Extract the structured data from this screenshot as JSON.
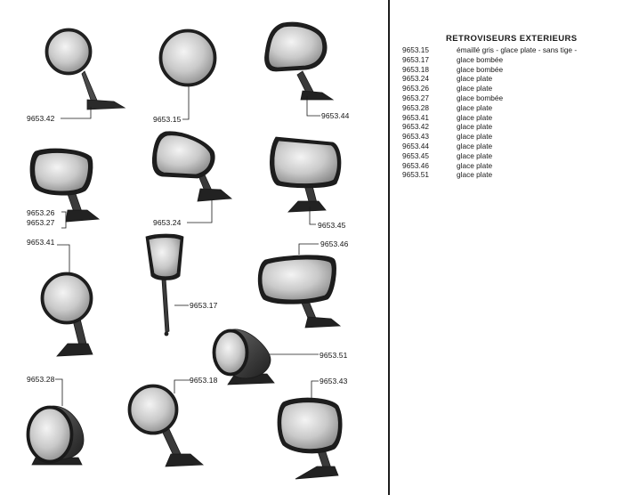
{
  "catalog": {
    "title": "RETROVISEURS EXTERIEURS",
    "items": [
      {
        "code": "9653.15",
        "desc": "émaillé gris - glace plate - sans tige -"
      },
      {
        "code": "9653.17",
        "desc": "glace bombée"
      },
      {
        "code": "9653.18",
        "desc": "glace bombée"
      },
      {
        "code": "9653.24",
        "desc": "glace plate"
      },
      {
        "code": "9653.26",
        "desc": "glace plate"
      },
      {
        "code": "9653.27",
        "desc": "glace bombée"
      },
      {
        "code": "9653.28",
        "desc": "glace plate"
      },
      {
        "code": "9653.41",
        "desc": "glace plate"
      },
      {
        "code": "9653.42",
        "desc": "glace plate"
      },
      {
        "code": "9653.43",
        "desc": "glace plate"
      },
      {
        "code": "9653.44",
        "desc": "glace plate"
      },
      {
        "code": "9653.45",
        "desc": "glace plate"
      },
      {
        "code": "9653.46",
        "desc": "glace plate"
      },
      {
        "code": "9653.51",
        "desc": "glace plate"
      }
    ]
  },
  "callouts": {
    "m42": "9653.42",
    "m15": "9653.15",
    "m44": "9653.44",
    "m26": "9653.26",
    "m27": "9653.27",
    "m24": "9653.24",
    "m45": "9653.45",
    "m41": "9653.41",
    "m17": "9653.17",
    "m46": "9653.46",
    "m51": "9653.51",
    "m28": "9653.28",
    "m18": "9653.18",
    "m43": "9653.43"
  }
}
